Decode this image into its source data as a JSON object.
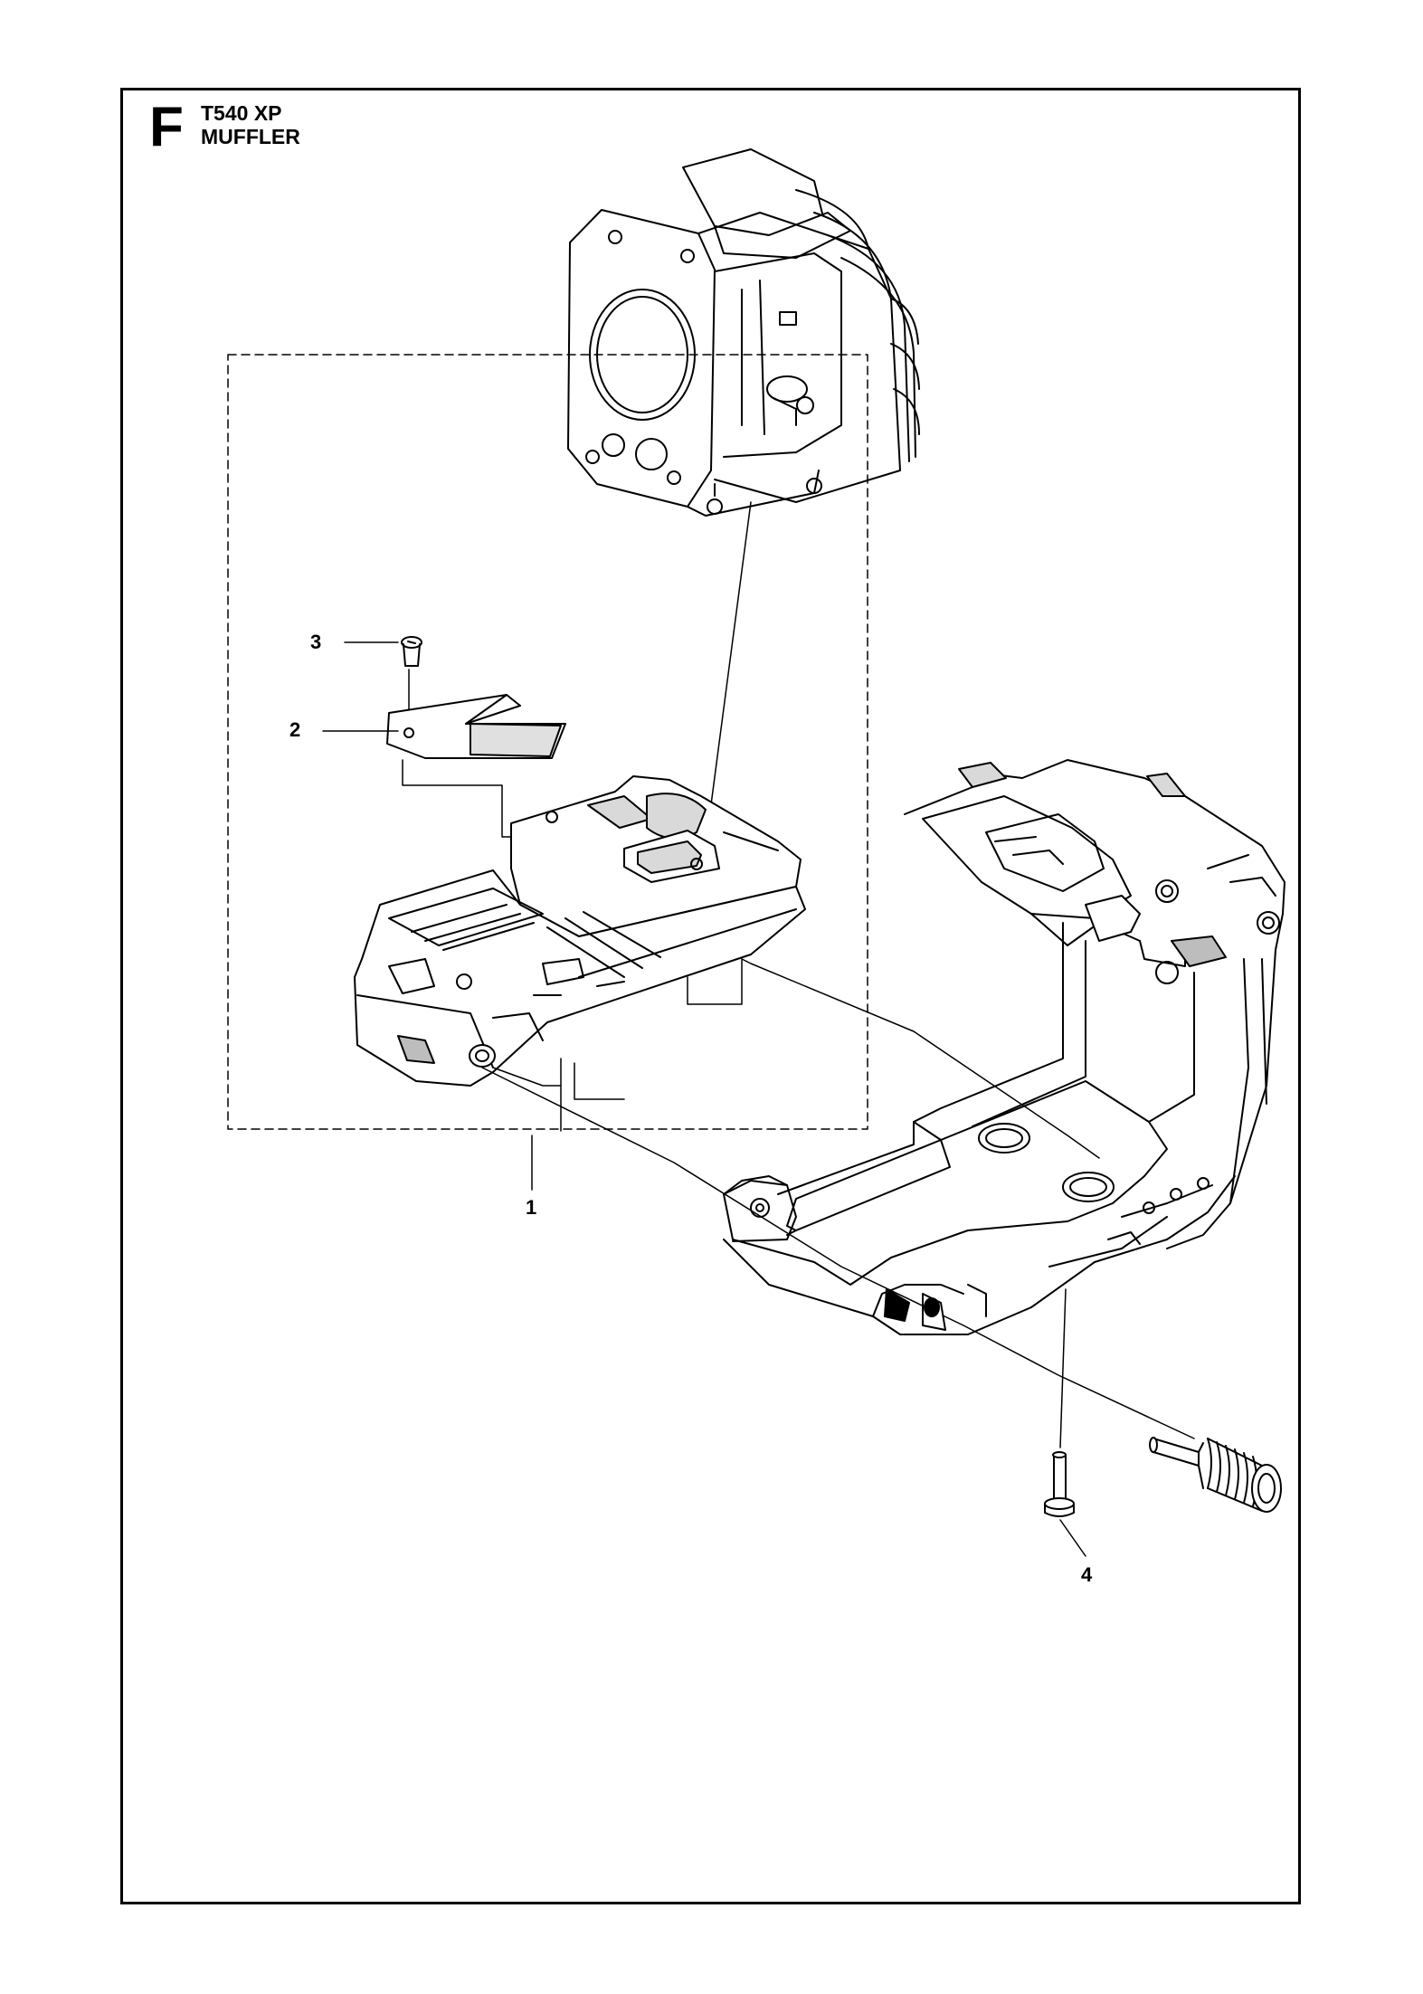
{
  "header": {
    "section": "F",
    "model": "T540 XP",
    "assembly": "MUFFLER"
  },
  "callouts": [
    {
      "id": "callout-1",
      "label": "1"
    },
    {
      "id": "callout-2",
      "label": "2"
    },
    {
      "id": "callout-3",
      "label": "3"
    },
    {
      "id": "callout-4",
      "label": "4"
    }
  ],
  "colors": {
    "line": "#000000",
    "background": "#ffffff",
    "shade": "#d9d9d9"
  }
}
